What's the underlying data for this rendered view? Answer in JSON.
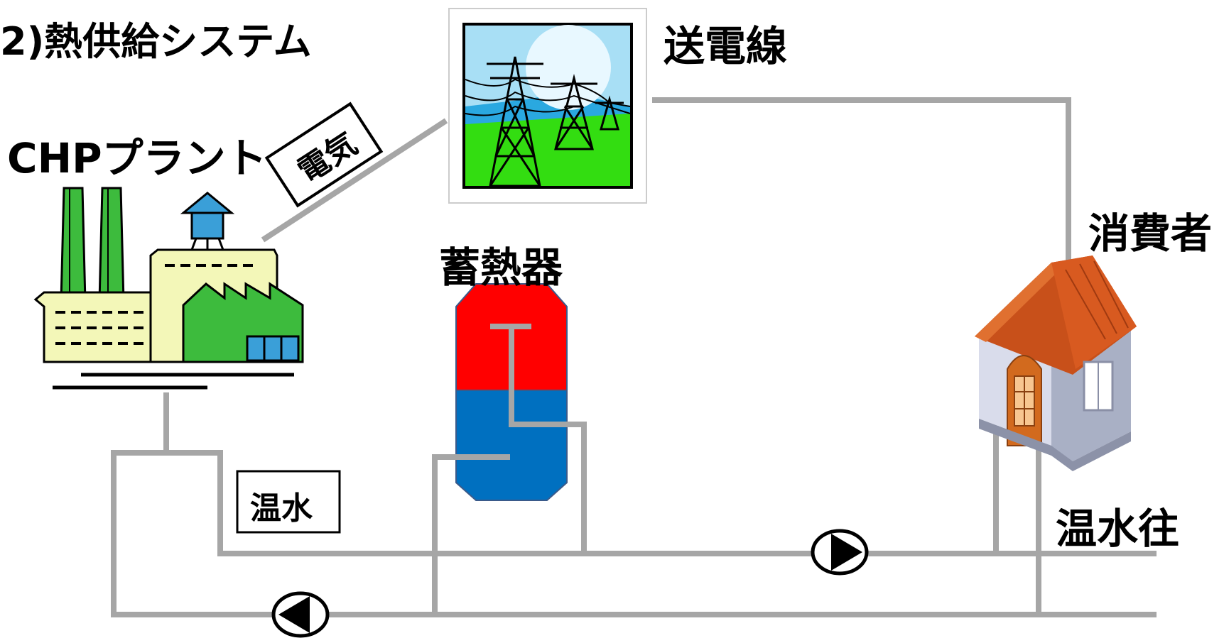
{
  "title": "2)熱供給システム",
  "labels": {
    "transmission_line": "送電線",
    "chp_plant": "CHPプラント",
    "electricity": "電気",
    "heat_storage": "蓄熱器",
    "consumer": "消費者",
    "hot_water": "温水",
    "hot_water_supply": "温水往"
  },
  "colors": {
    "pipe": "#a6a6a6",
    "tank_hot": "#ff0000",
    "tank_cold": "#0070c0",
    "factory_green": "#3dbb3d",
    "factory_yellow": "#f3f7b8",
    "factory_blue": "#3a9fd8",
    "roof": "#c8501a",
    "door": "#d26a1e",
    "sky": "#2aa8e0",
    "grass": "#33dd11"
  },
  "icons": [
    "power-line-icon",
    "chp-plant-icon",
    "house-icon",
    "pump-icon"
  ]
}
